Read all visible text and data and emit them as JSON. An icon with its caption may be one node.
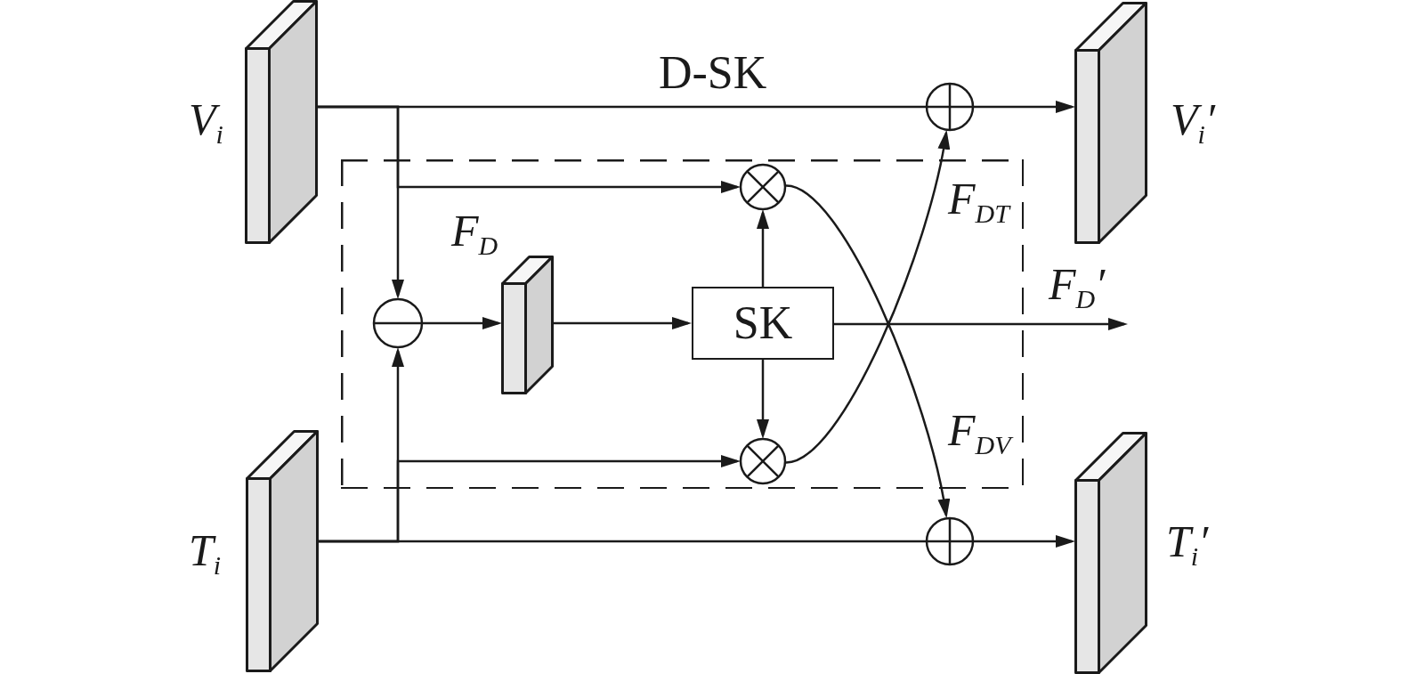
{
  "diagram": {
    "nodes": [
      {
        "text": [],
        "shape": "cuboid",
        "beside": [
          "V$_{i}$"
        ]
      },
      {
        "text": [],
        "shape": "cuboid",
        "beside": [
          "V$_{i}$′"
        ]
      },
      {
        "text": [],
        "shape": "cuboid",
        "beside": [
          "T$_{i}$"
        ]
      },
      {
        "text": [],
        "shape": "cuboid",
        "beside": [
          "T$_{i}$′"
        ]
      },
      {
        "text": [],
        "shape": "box"
      },
      {
        "text": [],
        "shape": "circle",
        "in": 4
      },
      {
        "text": [],
        "shape": "cuboid",
        "beside": [
          "F$_{D}$"
        ],
        "in": 4
      },
      {
        "text": [
          "SK"
        ],
        "in": 4
      },
      {
        "text": [],
        "shape": "circle",
        "in": 4
      },
      {
        "text": [],
        "shape": "circle",
        "in": 4
      },
      {
        "text": [],
        "shape": "circle"
      },
      {
        "text": [],
        "shape": "circle"
      }
    ],
    "edges": [
      {
        "from": 0,
        "to": 10,
        "arrow": "none"
      },
      {
        "from": 10,
        "to": 1,
        "arrow": "to"
      },
      {
        "from": 0,
        "to": 5,
        "arrow": "to"
      },
      {
        "from": 0,
        "to": 8,
        "arrow": "to"
      },
      {
        "from": 2,
        "to": 11,
        "arrow": "none"
      },
      {
        "from": 11,
        "to": 3,
        "arrow": "to"
      },
      {
        "from": 2,
        "to": 5,
        "arrow": "to"
      },
      {
        "from": 2,
        "to": 9,
        "arrow": "to"
      },
      {
        "from": 5,
        "to": 6,
        "arrow": "to"
      },
      {
        "from": 6,
        "to": 7,
        "arrow": "to"
      },
      {
        "from": 7,
        "to": 8,
        "arrow": "to"
      },
      {
        "from": 7,
        "to": 9,
        "arrow": "to"
      },
      {
        "from": 7,
        "to": null,
        "arrow": "to",
        "label": "F$_{D}$′"
      },
      {
        "from": 8,
        "to": 11,
        "arrow": "to",
        "label": "F$_{DV}$"
      },
      {
        "from": 9,
        "to": 10,
        "arrow": "to",
        "label": "F$_{DT}$"
      }
    ],
    "labels": [
      "D-SK"
    ]
  }
}
